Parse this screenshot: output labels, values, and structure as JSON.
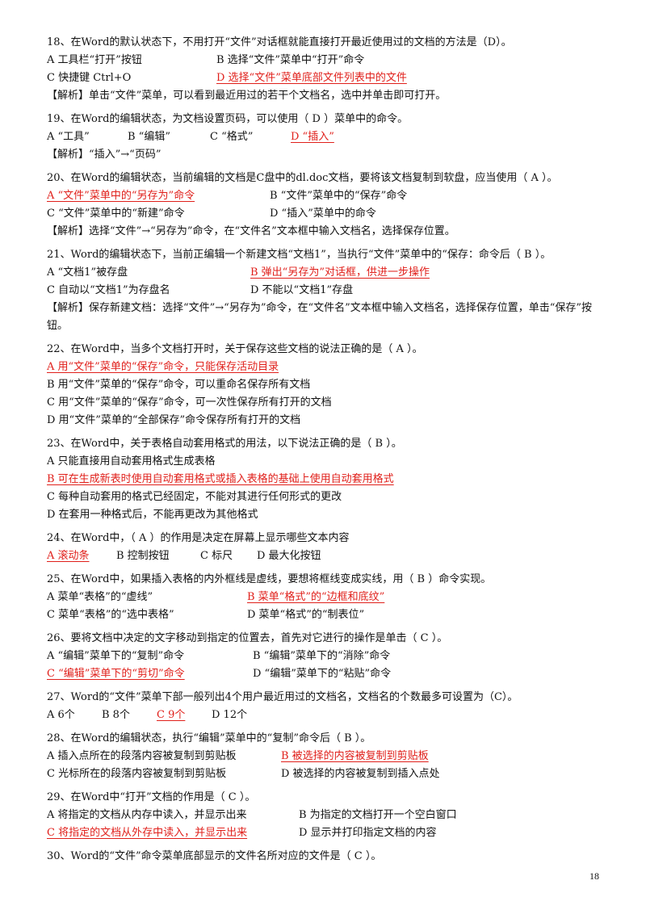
{
  "questions": [
    {
      "q": "18、在Word的默认状态下，不用打开“文件”对话框就能直接打开最近使用过的文档的方法是（D）。",
      "rows": [
        [
          {
            "t": "A  工具栏“打开”按钮",
            "w": 210,
            "a": false
          },
          {
            "t": "B  选择“文件”菜单中“打开”命令",
            "w": 300,
            "a": false
          }
        ],
        [
          {
            "t": "C  快捷键 Ctrl+O",
            "w": 210,
            "a": false
          },
          {
            "t": "D  选择“文件”菜单底部文件列表中的文件",
            "w": 320,
            "a": true
          }
        ]
      ],
      "note": "【解析】单击“文件”菜单，可以看到最近用过的若干个文档名，选中并单击即可打开。"
    },
    {
      "q": "19、在Word的编辑状态，为文档设置页码，可以使用（  D  ）菜单中的命令。",
      "rows": [
        [
          {
            "t": "A  “工具”",
            "w": 100,
            "a": false
          },
          {
            "t": "B  “编辑”",
            "w": 102,
            "a": false
          },
          {
            "t": "C  “格式”",
            "w": 100,
            "a": false
          },
          {
            "t": "D  “插入”",
            "w": 90,
            "a": true
          }
        ]
      ],
      "note": "【解析】“插入”→“页码”"
    },
    {
      "q": "20、在Word的编辑状态，当前编辑的文档是C盘中的dl.doc文档，要将该文档复制到软盘，应当使用（  A  ）。",
      "rows": [
        [
          {
            "t": "A  “文件”菜单中的“另存为”命令",
            "w": 276,
            "a": true
          },
          {
            "t": "B  “文件”菜单中的“保存”命令",
            "w": 260,
            "a": false
          }
        ],
        [
          {
            "t": "C  “文件”菜单中的“新建”命令",
            "w": 276,
            "a": false
          },
          {
            "t": "D  “插入”菜单中的命令",
            "w": 260,
            "a": false
          }
        ]
      ],
      "note": "【解析】选择“文件”→“另存为”命令，在“文件名”文本框中输入文档名，选择保存位置。"
    },
    {
      "q": "21、Word的编辑状态下，当前正编辑一个新建文档“文档1”，当执行“文件”菜单中的“保存：命令后（  B  ）。",
      "rows": [
        [
          {
            "t": "A  “文档1”被存盘",
            "w": 252,
            "a": false
          },
          {
            "t": "B  弹出“另存为”对话框，供进一步操作",
            "w": 300,
            "a": true
          }
        ],
        [
          {
            "t": "C  自动以“文档1”为存盘名",
            "w": 252,
            "a": false
          },
          {
            "t": "D  不能以“文档1”存盘",
            "w": 300,
            "a": false
          }
        ]
      ],
      "note": "【解析】保存新建文档：选择“文件”→“另存为”命令，在“文件名”文本框中输入文档名，选择保存位置，单击“保存”按钮。"
    },
    {
      "q": "22、在Word中，当多个文档打开时，关于保存这些文档的说法正确的是（  A  ）。",
      "rows": [
        [
          {
            "t": "A  用“文件”菜单的“保存”命令，只能保存活动目录",
            "w": 500,
            "a": true
          }
        ],
        [
          {
            "t": "B 用“文件”菜单的“保存”命令，可以重命名保存所有文档",
            "w": 500,
            "a": false
          }
        ],
        [
          {
            "t": "C 用“文件”菜单的“保存”命令，可一次性保存所有打开的文档",
            "w": 500,
            "a": false
          }
        ],
        [
          {
            "t": "D 用“文件”菜单的“全部保存”命令保存所有打开的文档",
            "w": 500,
            "a": false
          }
        ]
      ],
      "note": ""
    },
    {
      "q": "23、在Word中，关于表格自动套用格式的用法，以下说法正确的是（  B  ）。",
      "rows": [
        [
          {
            "t": "A  只能直接用自动套用格式生成表格",
            "w": 500,
            "a": false
          }
        ],
        [
          {
            "t": "B  可在生成新表时使用自动套用格式或插入表格的基础上使用自动套用格式",
            "w": 620,
            "a": true
          }
        ],
        [
          {
            "t": "C  每种自动套用的格式已经固定，不能对其进行任何形式的更改",
            "w": 600,
            "a": false
          }
        ],
        [
          {
            "t": "D  在套用一种格式后，不能再更改为其他格式",
            "w": 500,
            "a": false
          }
        ]
      ],
      "note": ""
    },
    {
      "q": "24、在Word中，（  A  ）的作用是决定在屏幕上显示哪些文本内容",
      "rows": [
        [
          {
            "t": "A  滚动条",
            "w": 86,
            "a": true
          },
          {
            "t": "B  控制按钮",
            "w": 104,
            "a": false
          },
          {
            "t": "C  标尺",
            "w": 70,
            "a": false
          },
          {
            "t": "D  最大化按钮",
            "w": 120,
            "a": false
          }
        ]
      ],
      "note": ""
    },
    {
      "q": "25、在Word中，如果插入表格的内外框线是虚线，要想将框线变成实线，用（  B  ）命令实现。",
      "rows": [
        [
          {
            "t": "A  菜单“表格”的“虚线”",
            "w": 248,
            "a": false
          },
          {
            "t": "B  菜单“格式”的“边框和底纹”",
            "w": 280,
            "a": true
          }
        ],
        [
          {
            "t": "C  菜单“表格”的“选中表格”",
            "w": 248,
            "a": false
          },
          {
            "t": "D  菜单“格式”的“制表位”",
            "w": 280,
            "a": false
          }
        ]
      ],
      "note": ""
    },
    {
      "q": "26、要将文档中决定的文字移动到指定的位置去，首先对它进行的操作是单击（  C  ）。",
      "rows": [
        [
          {
            "t": "A  “编辑”菜单下的“复制”命令",
            "w": 255,
            "a": false
          },
          {
            "t": "B  “编辑”菜单下的“消除”命令",
            "w": 280,
            "a": false
          }
        ],
        [
          {
            "t": "C  “编辑”菜单下的“剪切”命令",
            "w": 255,
            "a": true
          },
          {
            "t": "D  “编辑”菜单下的“粘贴”命令",
            "w": 280,
            "a": false
          }
        ]
      ],
      "note": ""
    },
    {
      "q": "27、Word的“文件”菜单下部一般列出4个用户最近用过的文档名，文档名的个数最多可设置为（C）。",
      "rows": [
        [
          {
            "t": "A  6个",
            "w": 68,
            "a": false
          },
          {
            "t": "B  8个",
            "w": 68,
            "a": false
          },
          {
            "t": "C  9个",
            "w": 68,
            "a": true
          },
          {
            "t": "D    12个",
            "w": 80,
            "a": false
          }
        ]
      ],
      "note": ""
    },
    {
      "q": "28、在Word的编辑状态，执行“编辑”菜单中的“复制”命令后（  B  ）。",
      "rows": [
        [
          {
            "t": "A  插入点所在的段落内容被复制到剪贴板",
            "w": 290,
            "a": false
          },
          {
            "t": "B  被选择的内容被复制到剪贴板",
            "w": 280,
            "a": true
          }
        ],
        [
          {
            "t": "C  光标所在的段落内容被复制到剪贴板",
            "w": 290,
            "a": false
          },
          {
            "t": "D  被选择的内容被复制到插入点处",
            "w": 280,
            "a": false
          }
        ]
      ],
      "note": ""
    },
    {
      "q": "29、在Word中“打开”文档的作用是（  C  ）。",
      "rows": [
        [
          {
            "t": "A  将指定的文档从内存中读入，并显示出来",
            "w": 312,
            "a": false
          },
          {
            "t": "B  为指定的文档打开一个空白窗口",
            "w": 280,
            "a": false
          }
        ],
        [
          {
            "t": "C  将指定的文档从外存中读入，并显示出来",
            "w": 312,
            "a": true
          },
          {
            "t": "D  显示并打印指定文档的内容",
            "w": 280,
            "a": false
          }
        ]
      ],
      "note": ""
    },
    {
      "q": "30、Word的“文件”命令菜单底部显示的文件名所对应的文件是（  C  ）。",
      "rows": [],
      "note": ""
    }
  ],
  "page_number": "18"
}
